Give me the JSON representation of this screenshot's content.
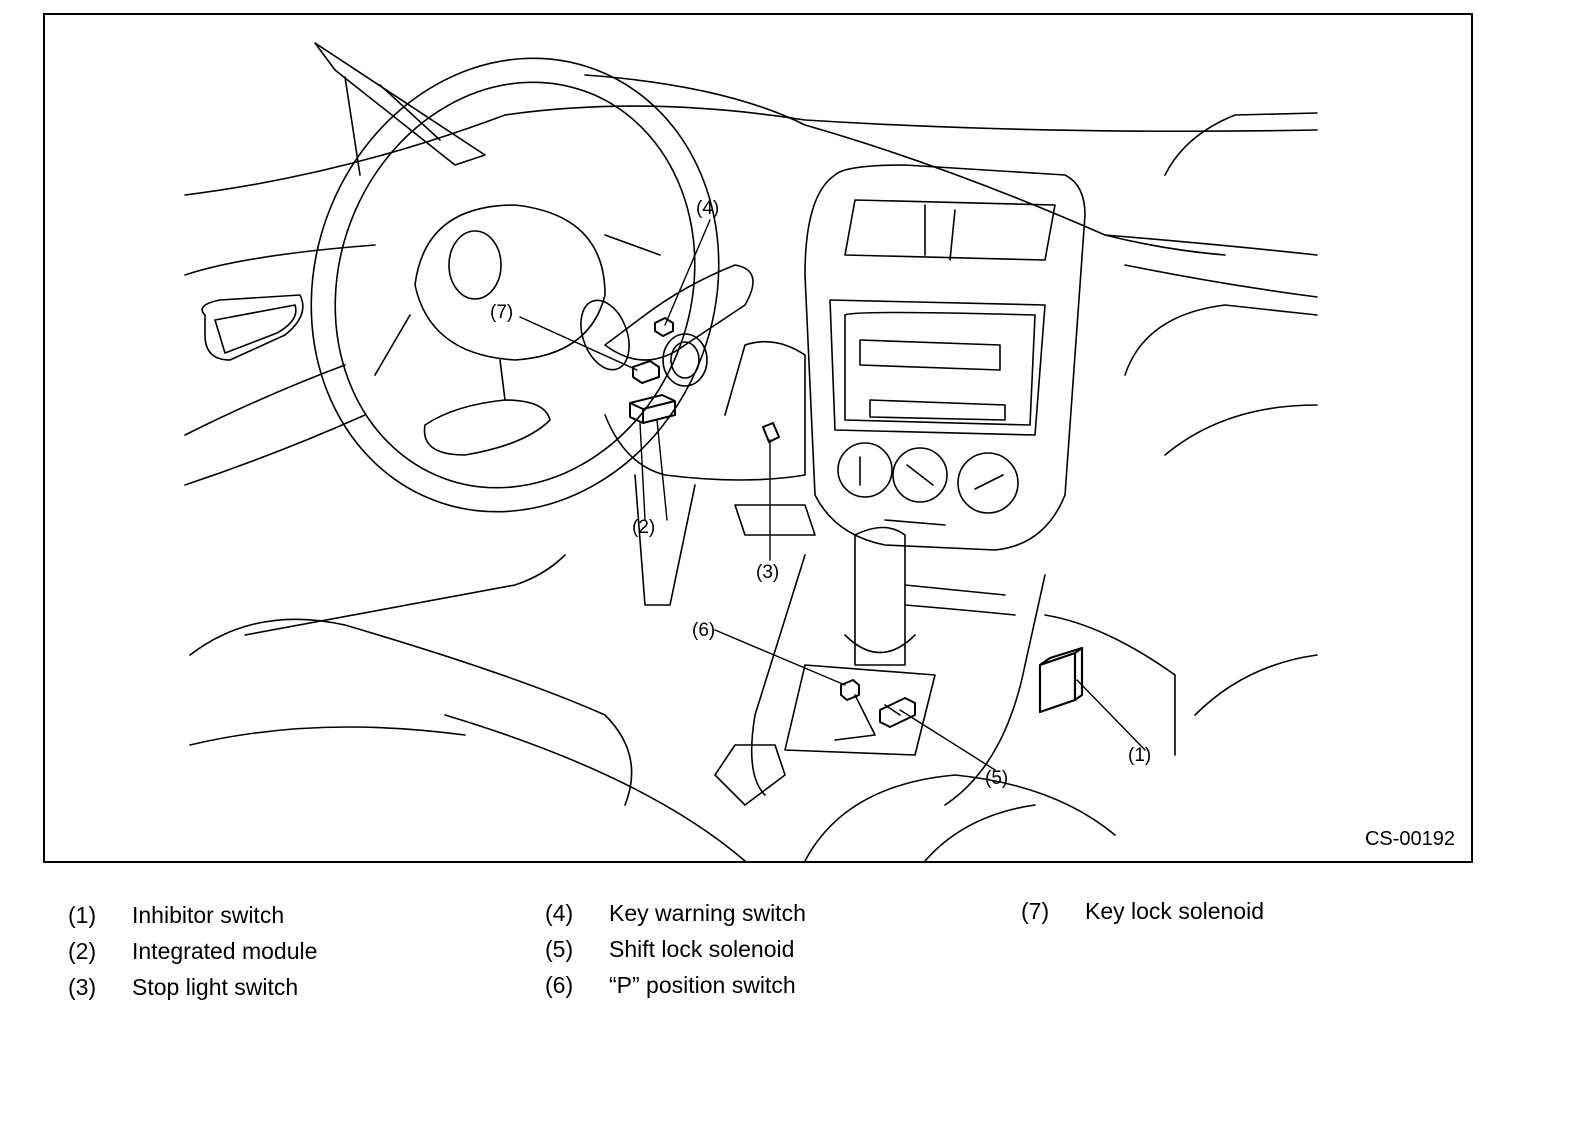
{
  "figure": {
    "figure_id": "CS-00192",
    "callouts": [
      "(1)",
      "(2)",
      "(3)",
      "(4)",
      "(5)",
      "(6)",
      "(7)"
    ]
  },
  "legend": [
    {
      "num": "(1)",
      "label": "Inhibitor switch"
    },
    {
      "num": "(2)",
      "label": "Integrated module"
    },
    {
      "num": "(3)",
      "label": "Stop light switch"
    },
    {
      "num": "(4)",
      "label": "Key warning switch"
    },
    {
      "num": "(5)",
      "label": "Shift lock solenoid"
    },
    {
      "num": "(6)",
      "label": "“P” position switch"
    },
    {
      "num": "(7)",
      "label": "Key lock solenoid"
    }
  ]
}
